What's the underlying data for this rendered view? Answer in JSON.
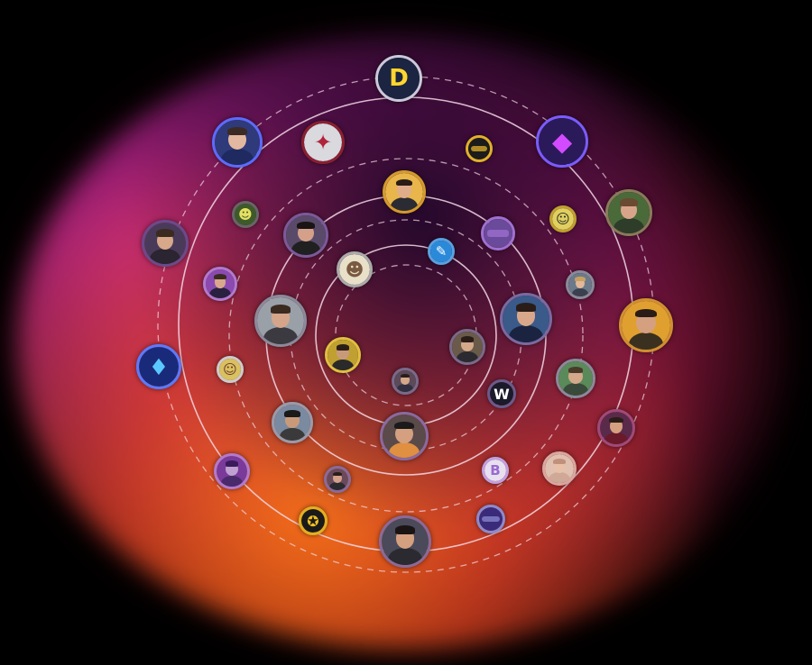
{
  "colors": {
    "background": "#000000",
    "ring_stroke": "#f2d9e6"
  },
  "rings": [
    {
      "style": "dashed"
    },
    {
      "style": "solid"
    },
    {
      "style": "dashed"
    },
    {
      "style": "solid"
    },
    {
      "style": "dashed"
    },
    {
      "style": "solid"
    },
    {
      "style": "dashed"
    }
  ],
  "avatars": [
    {
      "name": "avatar-logo-d",
      "kind": "logo",
      "glyph": "D",
      "bg": "#1b2440",
      "fg": "#ffd52e",
      "ring": "#c9c9d9"
    },
    {
      "name": "avatar-man-blue-ring",
      "kind": "person",
      "bg": "#2f3a7a",
      "skin": "#e2b8a0",
      "hair": "#3b2b24",
      "shirt": "#1e2a60",
      "ring": "#5a6cff"
    },
    {
      "name": "avatar-anime",
      "kind": "logo",
      "glyph": "✦",
      "bg": "#d9d9de",
      "fg": "#b0233a",
      "ring": "#8a2030"
    },
    {
      "name": "avatar-badge-yellow",
      "kind": "badge",
      "text": "",
      "bg": "#1c1c1c",
      "ring": "#e0b12a"
    },
    {
      "name": "avatar-purple-logo",
      "kind": "logo",
      "glyph": "◆",
      "bg": "#2a1a5a",
      "fg": "#d34bff",
      "ring": "#7a5cff"
    },
    {
      "name": "avatar-man-smile",
      "kind": "person",
      "bg": "#e8b64a",
      "skin": "#e0ad8a",
      "hair": "#2a1d18",
      "shirt": "#2b2b33",
      "ring": "#d49a2c"
    },
    {
      "name": "avatar-man-green",
      "kind": "person",
      "bg": "#4a6a3a",
      "skin": "#d9a58a",
      "hair": "#6a4a30",
      "shirt": "#2d3d2a",
      "ring": "#8a7a5a"
    },
    {
      "name": "avatar-small-cartoon",
      "kind": "logo",
      "glyph": "☻",
      "bg": "#3c5a2a",
      "fg": "#e6e062",
      "ring": "#666666"
    },
    {
      "name": "avatar-man-dark",
      "kind": "person",
      "bg": "#5a4a6a",
      "skin": "#d4a08a",
      "hair": "#1a1414",
      "shirt": "#202020",
      "ring": "#7a5a9a"
    },
    {
      "name": "avatar-cartoon-sign",
      "kind": "badge",
      "text": "",
      "bg": "#6a4a9a",
      "ring": "#a070d0"
    },
    {
      "name": "avatar-yellow-cartoon",
      "kind": "logo",
      "glyph": "☺",
      "bg": "#e0d060",
      "fg": "#2a2a2a",
      "ring": "#c0a030"
    },
    {
      "name": "avatar-man-beard",
      "kind": "person",
      "bg": "#4a3a5a",
      "skin": "#d7a88a",
      "hair": "#3a2a20",
      "shirt": "#2a2530",
      "ring": "#6a4a8a"
    },
    {
      "name": "avatar-feather-logo",
      "kind": "logo",
      "glyph": "✎",
      "bg": "#2a8ad9",
      "fg": "#ffffff",
      "ring": "#5aa0e0"
    },
    {
      "name": "avatar-man-purple",
      "kind": "person",
      "bg": "#8a4ab0",
      "skin": "#d9a88c",
      "hair": "#3a2a20",
      "shirt": "#2a2040",
      "ring": "#b07ad0"
    },
    {
      "name": "avatar-small-pale",
      "kind": "logo",
      "glyph": "☻",
      "bg": "#e8e0c8",
      "fg": "#7a5a40",
      "ring": "#aaaaaa"
    },
    {
      "name": "avatar-man-blond",
      "kind": "person",
      "bg": "#6a7a8a",
      "skin": "#e2b898",
      "hair": "#c9a060",
      "shirt": "#3a4050",
      "ring": "#8a8a9a"
    },
    {
      "name": "avatar-man-long-hair",
      "kind": "person",
      "bg": "#9aa0a8",
      "skin": "#d4a58a",
      "hair": "#3a2a20",
      "shirt": "#3a3a40",
      "ring": "#8a8a9a"
    },
    {
      "name": "avatar-man-suit",
      "kind": "person",
      "bg": "#3a5a8a",
      "skin": "#d9a88a",
      "hair": "#2a1d18",
      "shirt": "#1a2440",
      "ring": "#7a6aa0"
    },
    {
      "name": "avatar-man-yellow",
      "kind": "person",
      "bg": "#e0a030",
      "skin": "#d4a080",
      "hair": "#2a1d18",
      "shirt": "#3a3020",
      "ring": "#d09030"
    },
    {
      "name": "avatar-man-beard-2",
      "kind": "person",
      "bg": "#c0a030",
      "skin": "#c99a7a",
      "hair": "#2a1d18",
      "shirt": "#2a2a2a",
      "ring": "#e0c040"
    },
    {
      "name": "avatar-man-small-1",
      "kind": "person",
      "bg": "#6a5a4a",
      "skin": "#d4a88a",
      "hair": "#2a1d18",
      "shirt": "#2a2a30",
      "ring": "#7a6a8a"
    },
    {
      "name": "avatar-blue-shield",
      "kind": "logo",
      "glyph": "♦",
      "bg": "#1a2a7a",
      "fg": "#5ac8ff",
      "ring": "#5a7aff"
    },
    {
      "name": "avatar-yellow-cartoon-2",
      "kind": "logo",
      "glyph": "☺",
      "bg": "#d9c060",
      "fg": "#6a3a2a",
      "ring": "#cccccc"
    },
    {
      "name": "avatar-man-small-2",
      "kind": "person",
      "bg": "#5a4a5a",
      "skin": "#d4a88a",
      "hair": "#2a1d18",
      "shirt": "#303040",
      "ring": "#7a6a8a"
    },
    {
      "name": "avatar-w-logo",
      "kind": "logo",
      "glyph": "W",
      "bg": "#1a1a2a",
      "fg": "#ffffff",
      "ring": "#6a5a8a"
    },
    {
      "name": "avatar-man-glasses",
      "kind": "person",
      "bg": "#5a8a5a",
      "skin": "#d4a88a",
      "hair": "#4a3a2a",
      "shirt": "#3a4a3a",
      "ring": "#8a8a9a"
    },
    {
      "name": "avatar-man-cap",
      "kind": "person",
      "bg": "#7a8aa0",
      "skin": "#c99a7a",
      "hair": "#1a1a1a",
      "shirt": "#3a3a3a",
      "ring": "#9a9aaa"
    },
    {
      "name": "avatar-man-sunglasses",
      "kind": "person",
      "bg": "#5a4a4a",
      "skin": "#d4a080",
      "hair": "#1a1a1a",
      "shirt": "#e09040",
      "ring": "#8a6aa0"
    },
    {
      "name": "avatar-man-red",
      "kind": "person",
      "bg": "#5a2a4a",
      "skin": "#d4a080",
      "hair": "#2a1d18",
      "shirt": "#6a1a2a",
      "ring": "#a04a7a"
    },
    {
      "name": "avatar-purple-girl",
      "kind": "person",
      "bg": "#7a3a9a",
      "skin": "#c0a0d0",
      "hair": "#3a1a5a",
      "shirt": "#4a2a6a",
      "ring": "#b07ad0"
    },
    {
      "name": "avatar-man-small-3",
      "kind": "person",
      "bg": "#6a4a5a",
      "skin": "#d4a08a",
      "hair": "#2a1d18",
      "shirt": "#2a2a30",
      "ring": "#8a6a9a"
    },
    {
      "name": "avatar-b-logo",
      "kind": "logo",
      "glyph": "B",
      "bg": "#e8e0f0",
      "fg": "#9a6ad0",
      "ring": "#c0a0e0"
    },
    {
      "name": "avatar-blurred",
      "kind": "person",
      "bg": "#e0c0b0",
      "skin": "#e8c0a8",
      "hair": "#c0907a",
      "shirt": "#d0a898",
      "ring": "#d8a8a0"
    },
    {
      "name": "avatar-ninja",
      "kind": "logo",
      "glyph": "✪",
      "bg": "#1a1a1a",
      "fg": "#f0c020",
      "ring": "#e0b020"
    },
    {
      "name": "avatar-salute",
      "kind": "person",
      "bg": "#4a4a5a",
      "skin": "#d4a080",
      "hair": "#1a1414",
      "shirt": "#2a2a30",
      "ring": "#8a6a9a"
    },
    {
      "name": "avatar-sign-badge",
      "kind": "badge",
      "text": "",
      "bg": "#3a2a7a",
      "ring": "#8a8ad0"
    }
  ]
}
